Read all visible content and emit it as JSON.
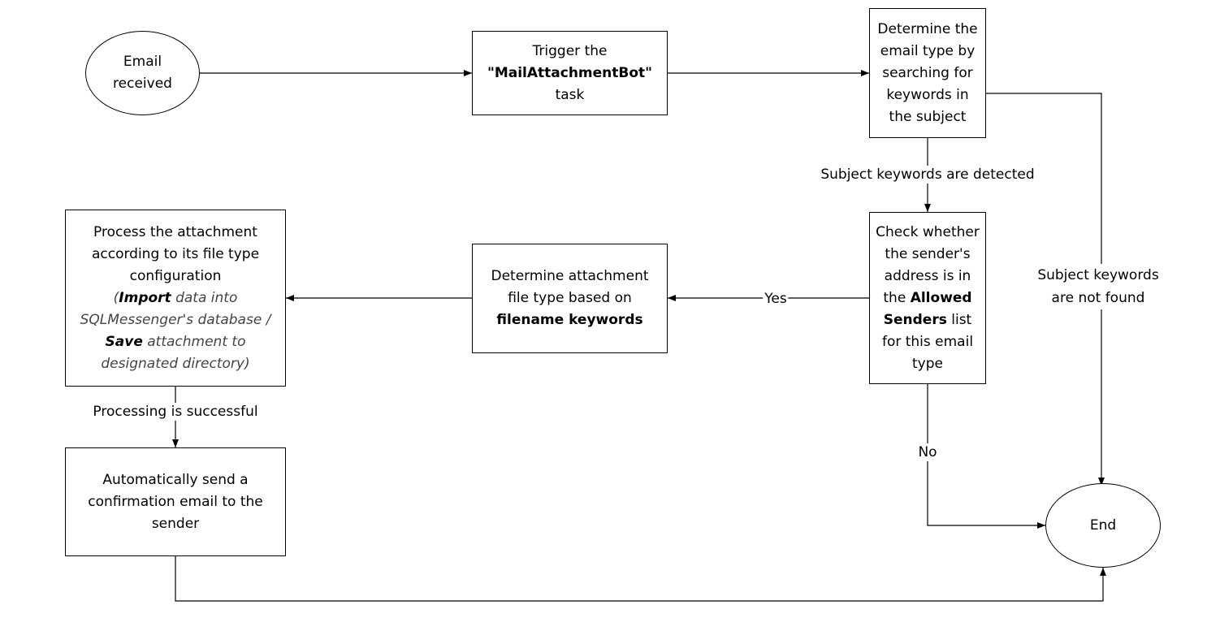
{
  "nodes": {
    "email_received": {
      "lines": [
        "Email",
        "received"
      ]
    },
    "trigger": {
      "line1": "Trigger the",
      "quote_open": "\"",
      "bot_name": "MailAttachmentBot",
      "quote_close": "\"",
      "line3": "task"
    },
    "determine_type": {
      "lines": [
        "Determine the",
        "email type by",
        "searching for",
        "keywords in",
        "the subject"
      ]
    },
    "check_sender": {
      "line1": "Check whether",
      "line2": "the sender's",
      "line3": "address is in",
      "line4_pre": "the ",
      "line4_bold": "Allowed",
      "line5_bold": "Senders",
      "line5_post": " list",
      "line6": "for this email",
      "line7": "type"
    },
    "determine_attachment": {
      "line1": "Determine attachment",
      "line2": "file type based on",
      "line3_bold": "filename keywords"
    },
    "process_attachment": {
      "line1": "Process the attachment",
      "line2": "according to its file type",
      "line3": "configuration",
      "line4_pre": "(",
      "line4_bold": "Import",
      "line4_post": " data into",
      "line5": "SQLMessenger's database /",
      "line6_bold": "Save",
      "line6_post": " attachment to",
      "line7": "designated directory)"
    },
    "send_confirmation": {
      "lines": [
        "Automatically send a",
        "confirmation email to the",
        "sender"
      ]
    },
    "end": {
      "lines": [
        "End"
      ]
    }
  },
  "edge_labels": {
    "keywords_detected": "Subject keywords are detected",
    "not_found_1": "Subject keywords",
    "not_found_2": "are not found",
    "yes": "Yes",
    "no": "No",
    "processing_success": "Processing is successful"
  }
}
